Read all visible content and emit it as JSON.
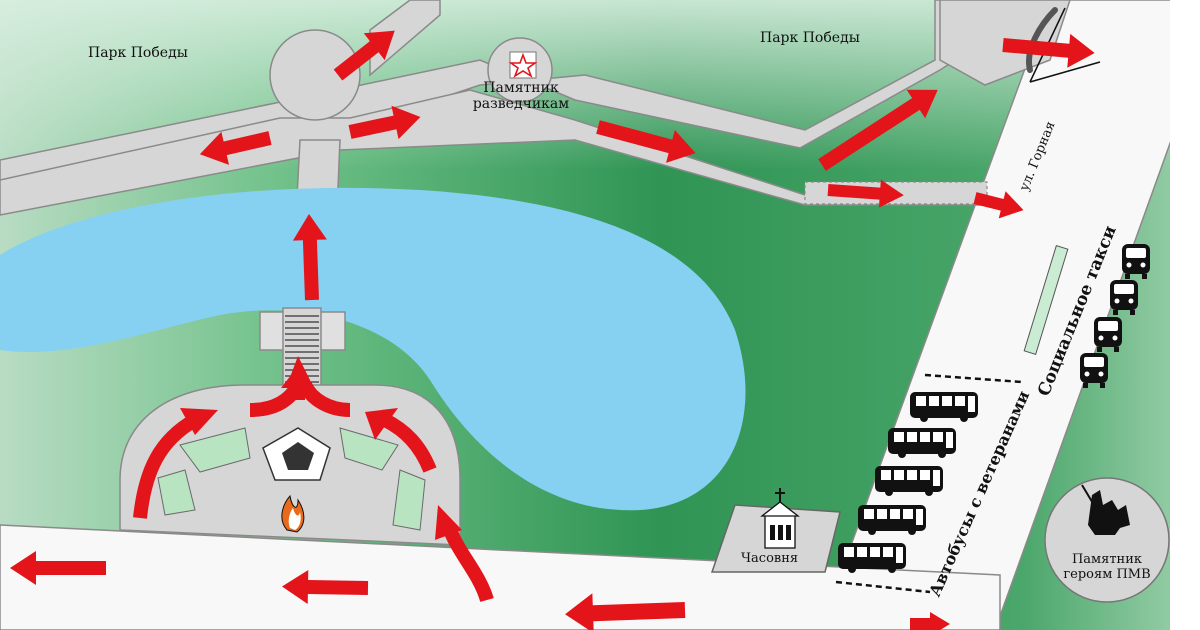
{
  "labels": {
    "park_left": "Парк Победы",
    "park_right": "Парк Победы",
    "monument_scouts_line1": "Памятник",
    "monument_scouts_line2": "разведчикам",
    "street": "ул. Горная",
    "social_taxi": "Социальное такси",
    "veteran_buses": "Автобусы с ветеранами",
    "chapel": "Часовня",
    "monument_heroes_line1": "Памятник",
    "monument_heroes_line2": "героям ПМВ"
  },
  "colors": {
    "grass_light": "#cfe8d6",
    "grass_dark": "#3a9a5e",
    "road": "#d6d6d6",
    "road_edge": "#8a8a8a",
    "white_road": "#f8f8f8",
    "lake": "#86d0f1",
    "arrow": "#e3151b",
    "flowerbed": "#b9e4c2",
    "icon_dark": "#111111"
  },
  "icons": {
    "star": "red-star-icon",
    "flame": "eternal-flame-icon",
    "chapel": "chapel-icon",
    "bus": "bus-icon",
    "taxi": "taxi-icon",
    "monument": "soldiers-monument-icon"
  },
  "counts": {
    "veteran_buses": 5,
    "taxis": 4
  }
}
